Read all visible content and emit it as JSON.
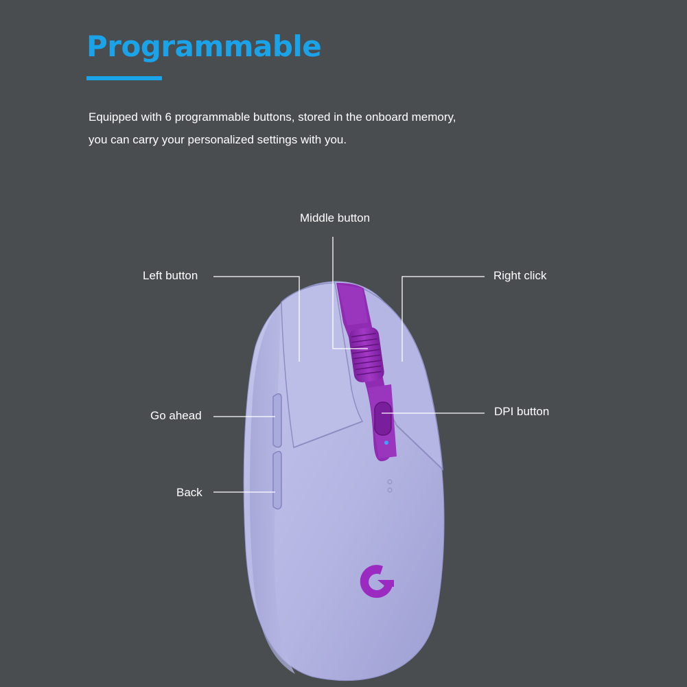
{
  "header": {
    "title": "Programmable",
    "description_line1": "Equipped with 6 programmable buttons, stored in the onboard memory,",
    "description_line2": "you can carry your personalized settings with you."
  },
  "callouts": {
    "middle": "Middle button",
    "left": "Left button",
    "right": "Right click",
    "forward": "Go ahead",
    "dpi": "DPI button",
    "back": "Back"
  },
  "colors": {
    "background": "#4a4d50",
    "accent": "#1aa3e8",
    "mouse_body": "#b7b8e4",
    "mouse_trim": "#8e2bb0",
    "text": "#ffffff"
  },
  "icons": {
    "logo": "logitech-g-logo-icon"
  }
}
